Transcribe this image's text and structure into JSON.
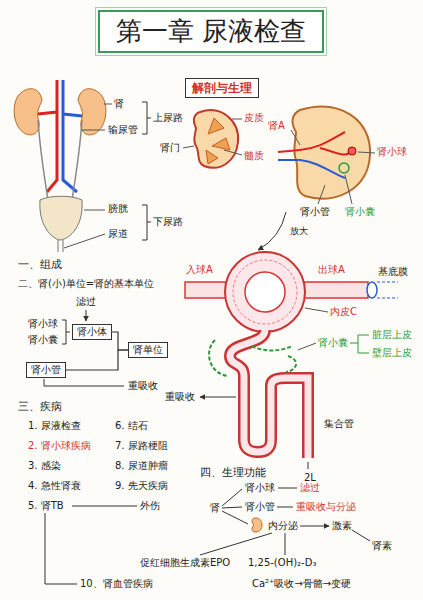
{
  "diagram": {
    "title": "第一章 尿液检查",
    "nodes": [
      {
        "text": [
          "解剖与生理"
        ]
      },
      {
        "text": [
          "肾小体"
        ]
      },
      {
        "text": [
          "肾小管"
        ]
      },
      {
        "text": [
          "肾单位"
        ]
      }
    ],
    "edges": [
      {
        "from": 1,
        "to": 3,
        "arrow": "none"
      },
      {
        "from": 2,
        "to": 3,
        "arrow": "none"
      }
    ],
    "labels": [
      "肾",
      "输尿管",
      "上尿路",
      "膀胱",
      "尿道",
      "下尿路",
      "皮质",
      "髓质",
      "肾门",
      "肾A",
      "肾小球",
      "肾小管",
      "肾小囊",
      "放大",
      "一、组成",
      "二、肾(小)单位=肾的基本单位",
      "滤过",
      "肾小球",
      "肾小囊",
      "重吸收",
      "入球A",
      "出球A",
      "基底膜",
      "内皮C",
      "肾小囊",
      "脏层上皮",
      "壁层上皮",
      "重吸收",
      "集合管",
      "2L",
      "三、疾病",
      "1. 尿液检查",
      "2. 肾小球疾病",
      "3. 感染",
      "4. 急性肾衰",
      "5. 肾TB",
      "6. 结石",
      "7. 尿路梗阻",
      "8. 尿道肿瘤",
      "9. 先天疾病",
      "外伤",
      "10、肾血管疾病",
      "四、生理功能",
      "肾",
      "肾小球",
      "滤过",
      "肾小管",
      "重吸收与分泌",
      "内分泌",
      "激素",
      "促红细胞生成素EPO",
      "1,25-(OH)₂-D₃",
      "肾素",
      "Ca²⁺吸收→骨骼→变硬"
    ]
  }
}
